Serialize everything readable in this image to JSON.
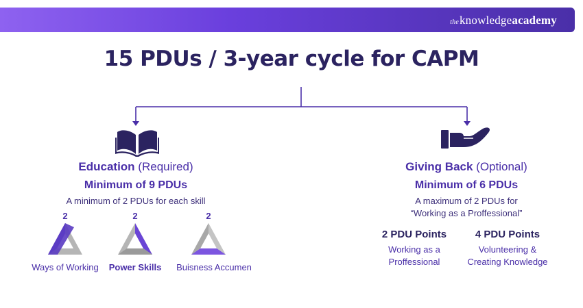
{
  "brand": {
    "prefix": "the",
    "name": "knowledge",
    "name_bold": "academy"
  },
  "title": "15 PDUs / 3-year cycle for CAPM",
  "education": {
    "heading": "Education",
    "qualifier": "(Required)",
    "minimum": "Minimum of 9 PDUs",
    "note": "A minimum of 2 PDUs for each skill",
    "skills": [
      {
        "count": "2",
        "label": "Ways of Working"
      },
      {
        "count": "2",
        "label": "Power Skills"
      },
      {
        "count": "2",
        "label": "Buisness Accumen"
      }
    ],
    "icon": "open-book-icon"
  },
  "giving_back": {
    "heading": "Giving Back",
    "qualifier": "(Optional)",
    "minimum": "Minimum of 6 PDUs",
    "note_line1": "A maximum of 2 PDUs for",
    "note_line2": "“Working as a Proffessional”",
    "points": [
      {
        "title": "2 PDU Points",
        "line1": "Working as a",
        "line2": "Proffessional"
      },
      {
        "title": "4 PDU Points",
        "line1": "Volunteering &",
        "line2": "Creating Knowledge"
      }
    ],
    "icon": "giving-hand-icon"
  },
  "colors": {
    "primary": "#4a2fa8",
    "dark": "#2b2360",
    "accent": "#7c55e0",
    "grey": "#b5b5b5"
  }
}
